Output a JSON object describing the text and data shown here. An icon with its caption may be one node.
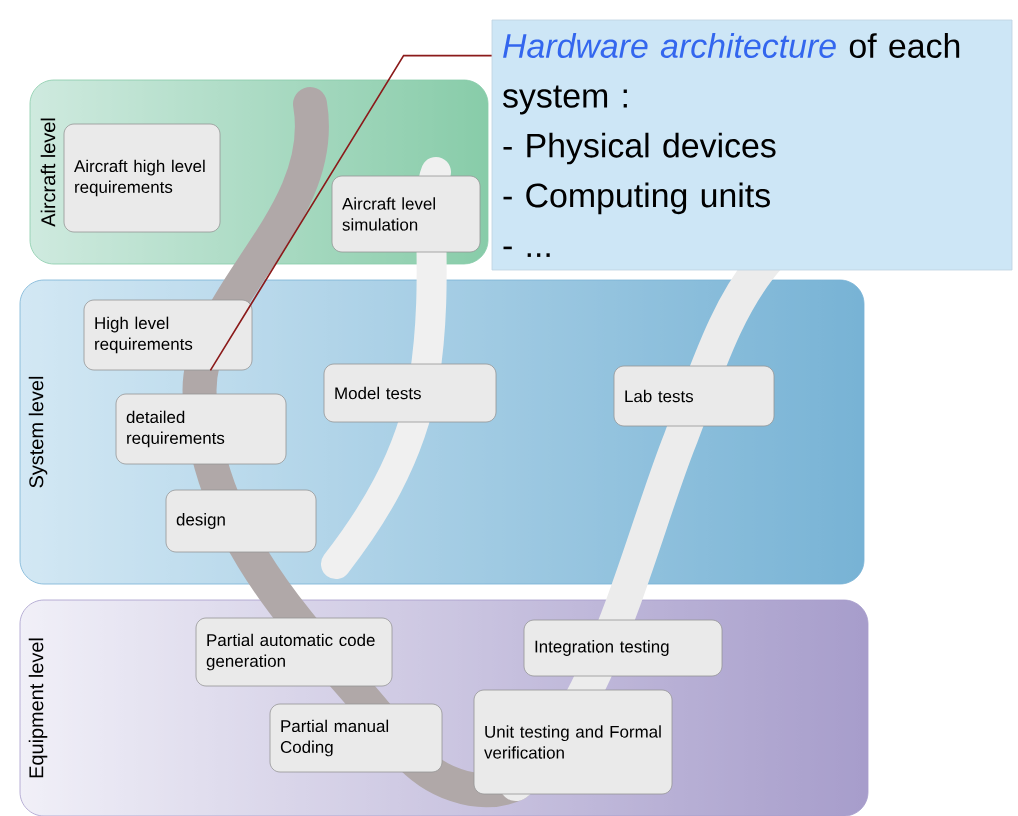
{
  "diagram": {
    "nodes": [
      {
        "text": [
          "Aircraft level"
        ]
      },
      {
        "text": [
          "System level"
        ]
      },
      {
        "text": [
          "Equipment level"
        ]
      },
      {
        "text": [
          "Aircraft high level requirements"
        ],
        "in": 0
      },
      {
        "text": [
          "Aircraft level simulation"
        ],
        "in": 0
      },
      {
        "text": [
          "High level requirements"
        ],
        "in": 1
      },
      {
        "text": [
          "detailed requirements"
        ],
        "in": 1
      },
      {
        "text": [
          "Model tests"
        ],
        "in": 1
      },
      {
        "text": [
          "Lab tests"
        ],
        "in": 1
      },
      {
        "text": [
          "design"
        ],
        "in": 1
      },
      {
        "text": [
          "Partial automatic code generation"
        ],
        "in": 2
      },
      {
        "text": [
          "Integration testing"
        ],
        "in": 2
      },
      {
        "text": [
          "Partial manual Coding"
        ],
        "in": 2
      },
      {
        "text": [
          "Unit testing and Formal verification"
        ],
        "in": 2
      },
      {
        "text": [
          "Hardware architecture",
          "of each system :",
          "- Physical devices",
          "- Computing units",
          "- ..."
        ]
      }
    ],
    "edges": [
      {
        "from": 14,
        "to": 5,
        "arrow": "none",
        "color": "#8b1a1a"
      }
    ]
  }
}
